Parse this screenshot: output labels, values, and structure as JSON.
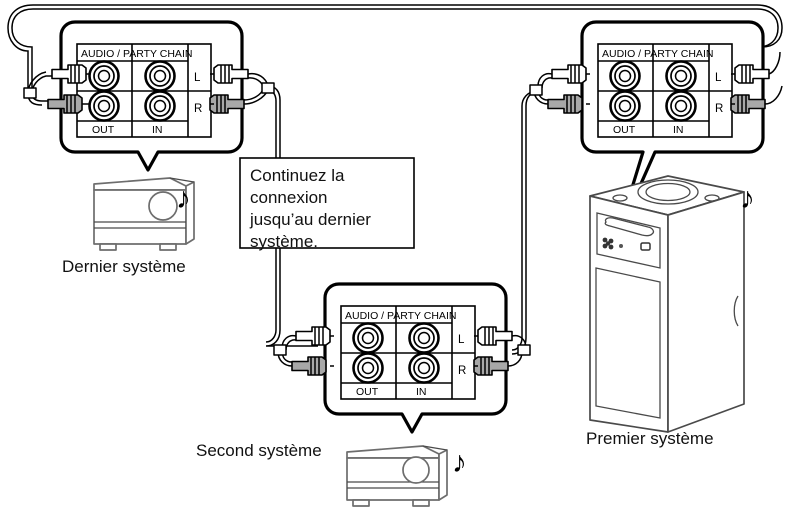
{
  "diagram": {
    "title": "Party Chain connection diagram",
    "language": "fr",
    "callout": {
      "lines": [
        "Continuez la",
        "connexion",
        "jusqu’au dernier",
        "système."
      ],
      "full_text": "Continuez la connexion jusqu’au dernier système."
    },
    "captions": {
      "last_system": "Dernier système",
      "second_system": "Second système",
      "first_system": "Premier système"
    },
    "panels": [
      {
        "id": "panel-last",
        "header": "AUDIO / PARTY CHAIN",
        "column_labels": [
          "OUT",
          "IN"
        ],
        "row_labels": [
          "L",
          "R"
        ],
        "belongs_to": "Dernier système"
      },
      {
        "id": "panel-second",
        "header": "AUDIO / PARTY CHAIN",
        "column_labels": [
          "OUT",
          "IN"
        ],
        "row_labels": [
          "L",
          "R"
        ],
        "belongs_to": "Second système"
      },
      {
        "id": "panel-first",
        "header": "AUDIO / PARTY CHAIN",
        "column_labels": [
          "OUT",
          "IN"
        ],
        "row_labels": [
          "L",
          "R"
        ],
        "belongs_to": "Premier système"
      }
    ],
    "cables": [
      {
        "id": "cable-top",
        "from": "panel-first OUT",
        "to": "panel-last IN",
        "plugs": [
          "white-L",
          "gray-R"
        ]
      },
      {
        "id": "cable-left-down",
        "from": "panel-last OUT",
        "to": "panel-second IN",
        "plugs": [
          "white-L",
          "gray-R"
        ]
      },
      {
        "id": "cable-right-down",
        "from": "panel-first IN",
        "to": "panel-second OUT",
        "plugs": [
          "white-L",
          "gray-R"
        ]
      }
    ],
    "icons": {
      "music_note": "♪",
      "note_count": 3
    },
    "colors": {
      "line": "#000000",
      "device_outline": "#6d6d6d",
      "plug_white": "#ffffff",
      "plug_gray": "#a8a8a8",
      "background": "#ffffff"
    }
  }
}
